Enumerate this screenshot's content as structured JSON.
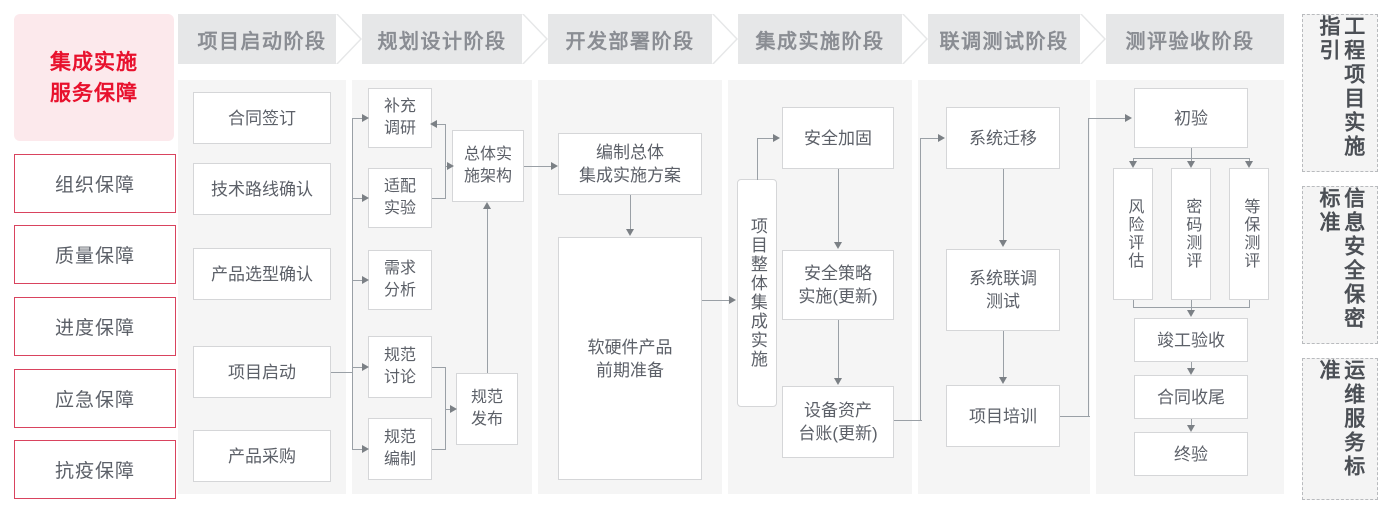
{
  "sidebar": {
    "hero": {
      "line1": "集成实施",
      "line2": "服务保障",
      "color": "#e8112d",
      "bg": "#fce9ec"
    },
    "items": [
      {
        "label": "组织保障"
      },
      {
        "label": "质量保障"
      },
      {
        "label": "进度保障"
      },
      {
        "label": "应急保障"
      },
      {
        "label": "抗疫保障"
      }
    ],
    "border_color": "#d9435e"
  },
  "phases": [
    {
      "title": "项目启动阶段"
    },
    {
      "title": "规划设计阶段"
    },
    {
      "title": "开发部署阶段"
    },
    {
      "title": "集成实施阶段"
    },
    {
      "title": "联调测试阶段"
    },
    {
      "title": "测评验收阶段"
    }
  ],
  "nodes": {
    "p1": [
      {
        "label": "合同签订"
      },
      {
        "label": "技术路线确认"
      },
      {
        "label": "产品选型确认"
      },
      {
        "label": "项目启动"
      },
      {
        "label": "产品采购"
      }
    ],
    "p2": [
      {
        "label": "补充\n调研"
      },
      {
        "label": "适配\n实验"
      },
      {
        "label": "需求\n分析"
      },
      {
        "label": "规范\n讨论"
      },
      {
        "label": "规范\n编制"
      },
      {
        "label": "总体实\n施架构"
      },
      {
        "label": "规范\n发布"
      }
    ],
    "p3": [
      {
        "label": "编制总体\n集成实施方案"
      },
      {
        "label": "软硬件产品\n前期准备"
      }
    ],
    "p4": [
      {
        "label": "项目整体集成实施"
      },
      {
        "label": "安全加固"
      },
      {
        "label": "安全策略\n实施(更新)"
      },
      {
        "label": "设备资产\n台账(更新)"
      }
    ],
    "p5": [
      {
        "label": "系统迁移"
      },
      {
        "label": "系统联调\n测试"
      },
      {
        "label": "项目培训"
      }
    ],
    "p6": [
      {
        "label": "初验"
      },
      {
        "label": "风险评估"
      },
      {
        "label": "密码测评"
      },
      {
        "label": "等保测评"
      },
      {
        "label": "竣工验收"
      },
      {
        "label": "合同收尾"
      },
      {
        "label": "终验"
      }
    ]
  },
  "standards": [
    {
      "label": "工程项目实施指引"
    },
    {
      "label": "信息安全保密标准"
    },
    {
      "label": "运维服务标准"
    }
  ],
  "theme": {
    "band_bg": "#f5f5f5",
    "header_bg": "#e6e7e8",
    "header_text": "#8a8d93",
    "node_border": "#d5d6d8",
    "node_text": "#5c6068",
    "connector": "#9aa0a6"
  }
}
